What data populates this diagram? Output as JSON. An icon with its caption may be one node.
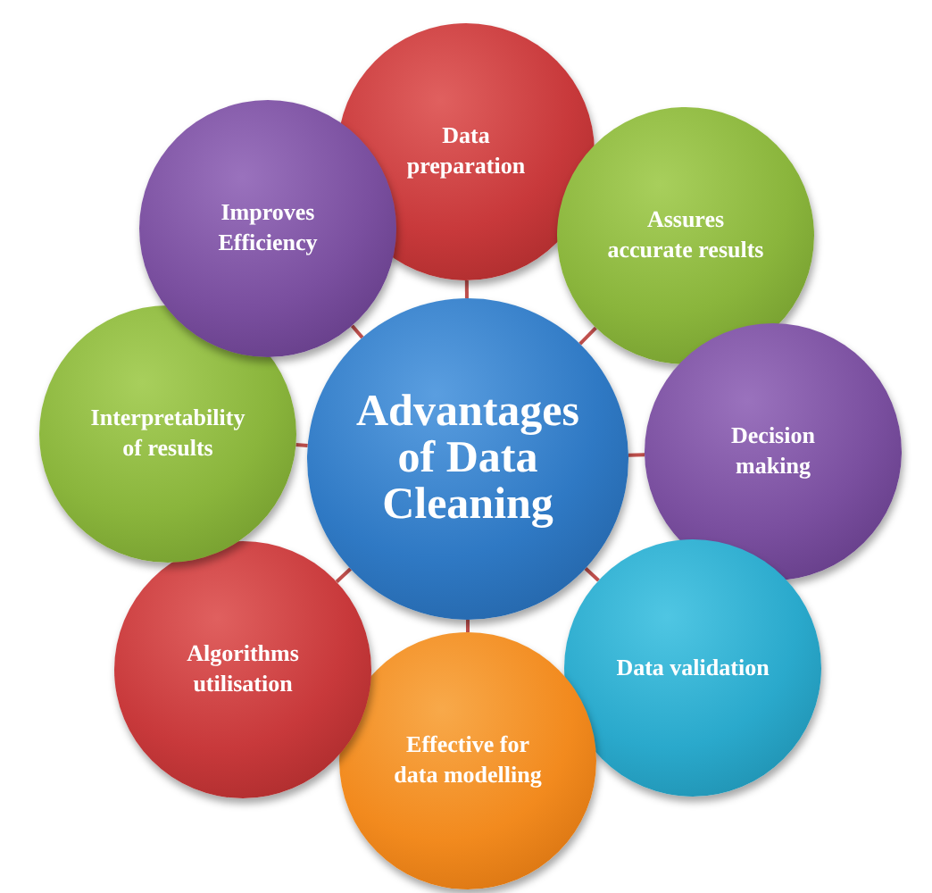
{
  "diagram": {
    "nodes": [
      {
        "text": [
          "Advantages of Data Cleaning"
        ]
      },
      {
        "text": [
          "Data preparation"
        ]
      },
      {
        "text": [
          "Assures accurate results"
        ]
      },
      {
        "text": [
          "Decision making"
        ]
      },
      {
        "text": [
          "Data validation"
        ]
      },
      {
        "text": [
          "Effective for data modelling"
        ]
      },
      {
        "text": [
          "Algorithms utilisation"
        ]
      },
      {
        "text": [
          "Interpretability of results"
        ]
      },
      {
        "text": [
          "Improves Efficiency"
        ]
      }
    ],
    "edges": [
      {
        "from": 0,
        "to": 1,
        "arrow": "none"
      },
      {
        "from": 0,
        "to": 2,
        "arrow": "none"
      },
      {
        "from": 0,
        "to": 3,
        "arrow": "none"
      },
      {
        "from": 0,
        "to": 4,
        "arrow": "none"
      },
      {
        "from": 0,
        "to": 5,
        "arrow": "none"
      },
      {
        "from": 0,
        "to": 6,
        "arrow": "none"
      },
      {
        "from": 0,
        "to": 7,
        "arrow": "none"
      },
      {
        "from": 0,
        "to": 8,
        "arrow": "none"
      }
    ]
  }
}
